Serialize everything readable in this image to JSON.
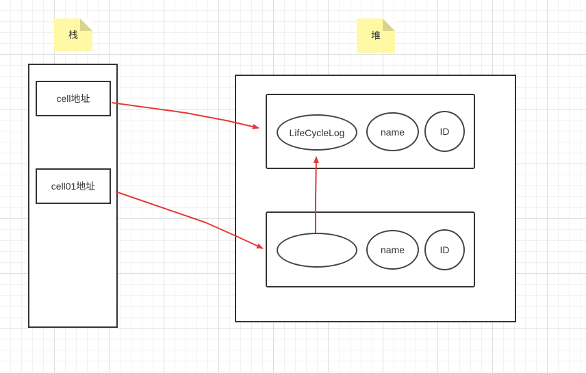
{
  "notes": {
    "stack": "栈",
    "heap": "堆"
  },
  "stack": {
    "cell_address": "cell地址",
    "cell01_address": "cell01地址"
  },
  "heap": {
    "object1": {
      "field_ref": "LifeCycleLog",
      "field_name": "name",
      "field_id": "ID"
    },
    "object2": {
      "field_ref": "",
      "field_name": "name",
      "field_id": "ID"
    }
  },
  "colors": {
    "arrow": "#e53935",
    "border": "#333333",
    "note": "#fff9a6"
  }
}
